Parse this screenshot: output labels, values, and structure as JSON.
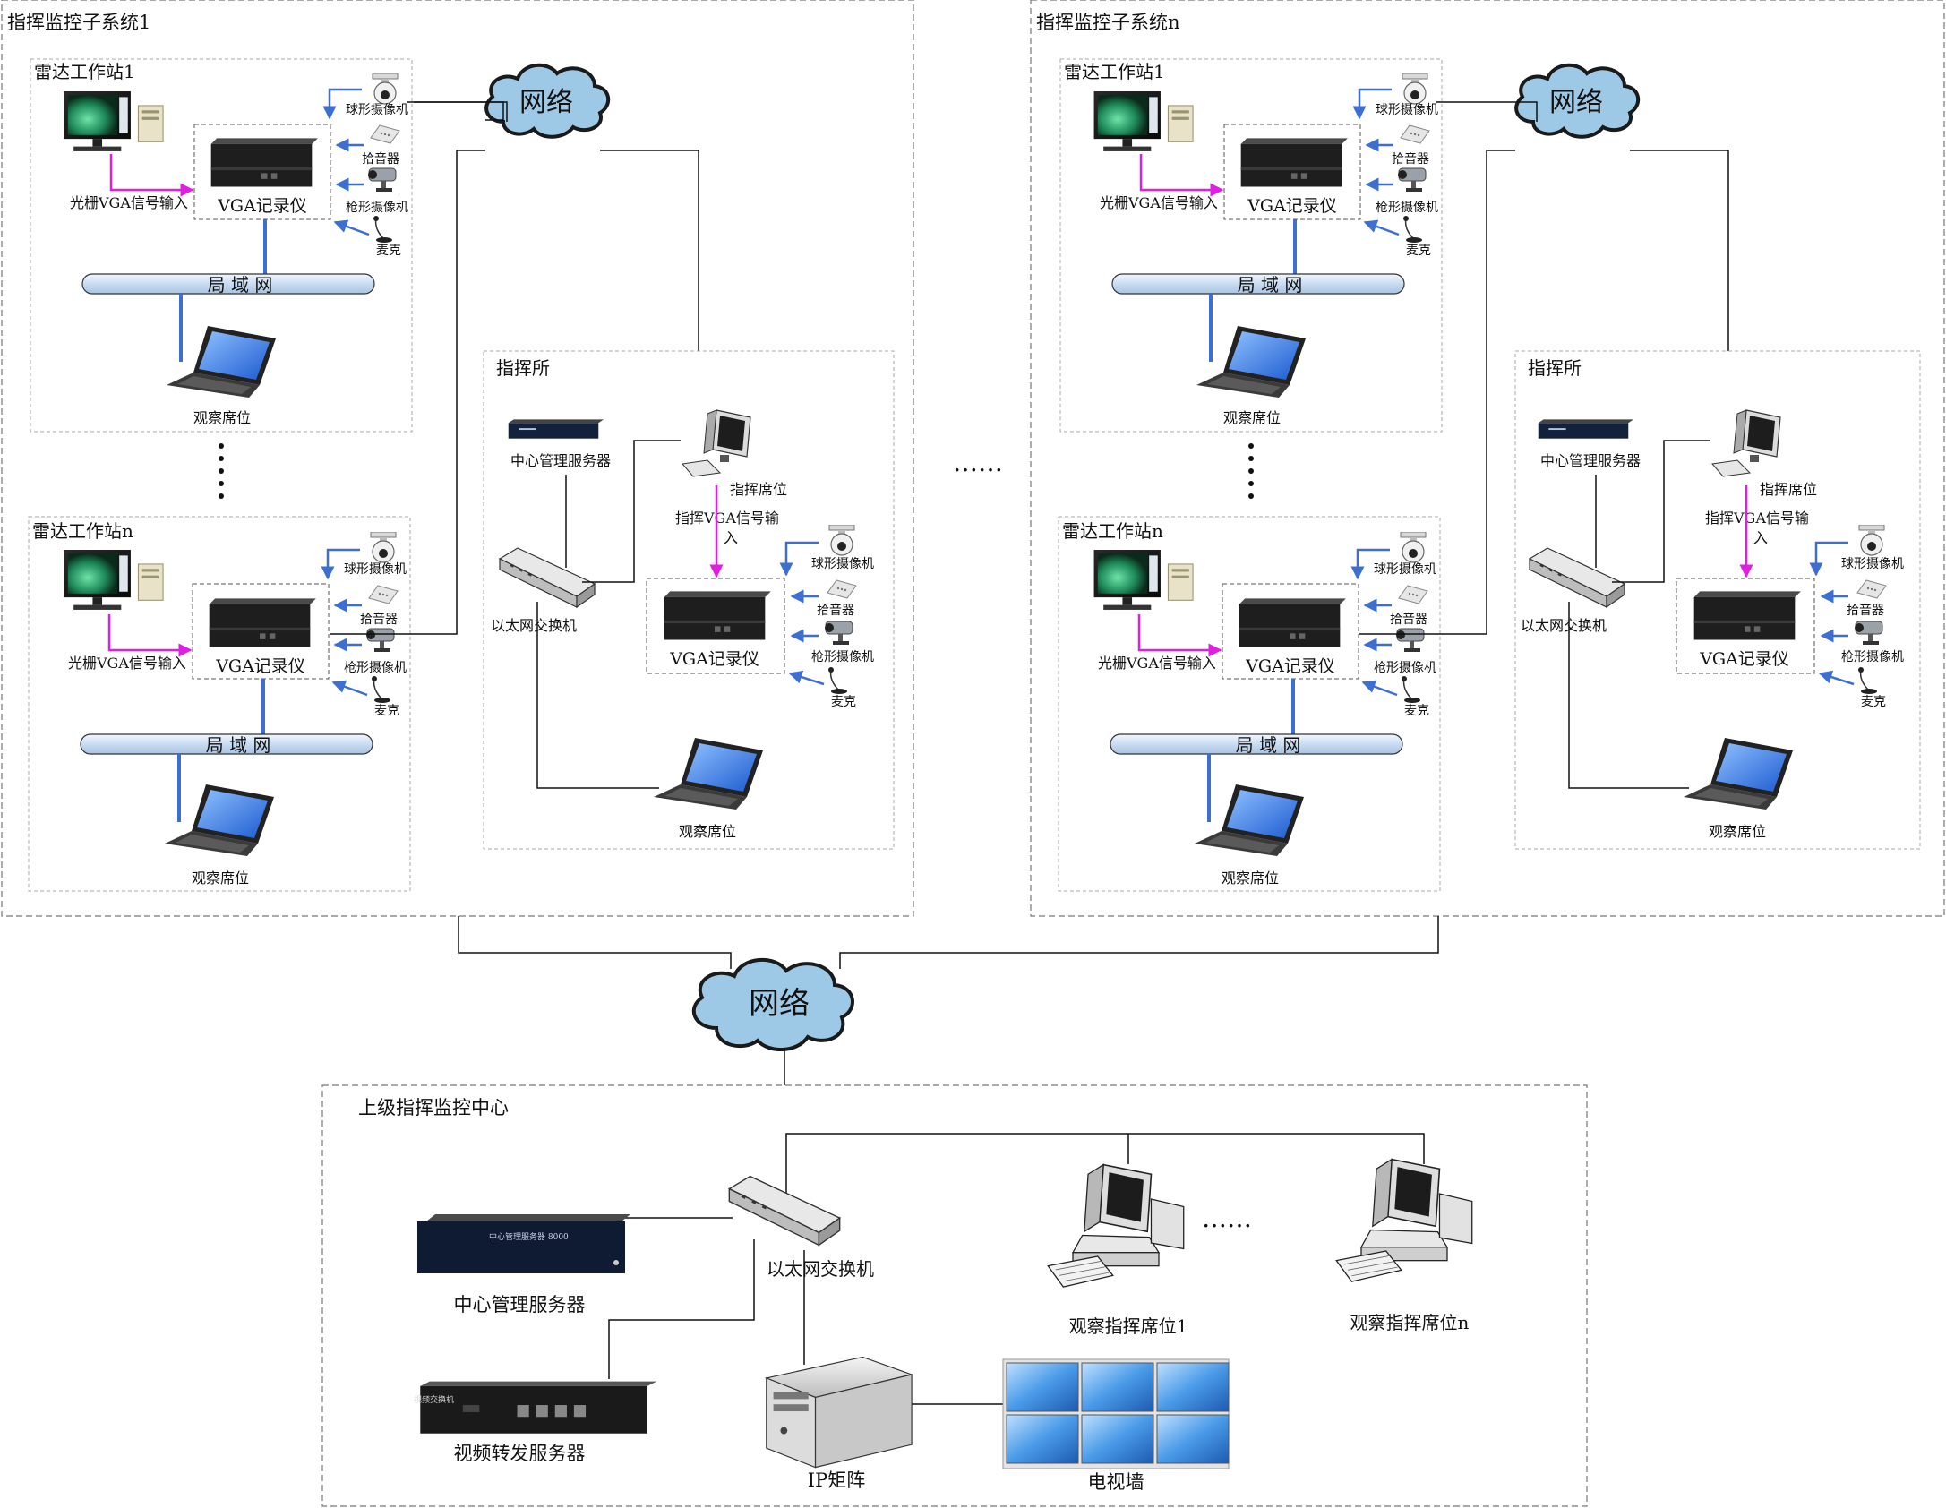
{
  "subsystems": [
    {
      "title": "指挥监控子系统1",
      "network": "网络",
      "stations": [
        {
          "title": "雷达工作站1",
          "vga_recorder": "VGA记录仪",
          "vga_input": "光栅VGA信号输入",
          "dome_camera": "球形摄像机",
          "pickup": "拾音器",
          "gun_camera": "枪形摄像机",
          "mic": "麦克",
          "lan": "局 域 网",
          "observer": "观察席位"
        },
        {
          "title": "雷达工作站n",
          "vga_recorder": "VGA记录仪",
          "vga_input": "光栅VGA信号输入",
          "dome_camera": "球形摄像机",
          "pickup": "拾音器",
          "gun_camera": "枪形摄像机",
          "mic": "麦克",
          "lan": "局 域 网",
          "observer": "观察席位"
        }
      ],
      "command_post": {
        "title": "指挥所",
        "server": "中心管理服务器",
        "command_seat": "指挥席位",
        "vga_input_line1": "指挥VGA信号输",
        "vga_input_line2": "入",
        "switch": "以太网交换机",
        "vga_recorder": "VGA记录仪",
        "dome_camera": "球形摄像机",
        "pickup": "拾音器",
        "gun_camera": "枪形摄像机",
        "mic": "麦克",
        "observer": "观察席位"
      }
    },
    {
      "title": "指挥监控子系统n",
      "network": "网络",
      "stations": [
        {
          "title": "雷达工作站1",
          "vga_recorder": "VGA记录仪",
          "vga_input": "光栅VGA信号输入",
          "dome_camera": "球形摄像机",
          "pickup": "拾音器",
          "gun_camera": "枪形摄像机",
          "mic": "麦克",
          "lan": "局 域 网",
          "observer": "观察席位"
        },
        {
          "title": "雷达工作站n",
          "vga_recorder": "VGA记录仪",
          "vga_input": "光栅VGA信号输入",
          "dome_camera": "球形摄像机",
          "pickup": "拾音器",
          "gun_camera": "枪形摄像机",
          "mic": "麦克",
          "lan": "局 域 网",
          "observer": "观察席位"
        }
      ],
      "command_post": {
        "title": "指挥所",
        "server": "中心管理服务器",
        "command_seat": "指挥席位",
        "vga_input_line1": "指挥VGA信号输",
        "vga_input_line2": "入",
        "switch": "以太网交换机",
        "vga_recorder": "VGA记录仪",
        "dome_camera": "球形摄像机",
        "pickup": "拾音器",
        "gun_camera": "枪形摄像机",
        "mic": "麦克",
        "observer": "观察席位"
      }
    }
  ],
  "between_ellipsis": "……",
  "main_network": "网络",
  "center": {
    "title": "上级指挥监控中心",
    "switch": "以太网交换机",
    "server": "中心管理服务器",
    "video_server": "视频转发服务器",
    "ip_matrix": "IP矩阵",
    "tv_wall": "电视墙",
    "seat_1": "观察指挥席位1",
    "seat_n": "观察指挥席位n",
    "seats_ellipsis": "……",
    "server_badge": "中心管理服务器 8000",
    "video_badge": "视频交换机"
  },
  "colors": {
    "blue_line": "#3d6fd1",
    "magenta_arrow": "#e020e0",
    "cloud_fill": "#9ec9e6",
    "cloud_stroke": "#1a1a1a",
    "dash_border": "#777777"
  }
}
